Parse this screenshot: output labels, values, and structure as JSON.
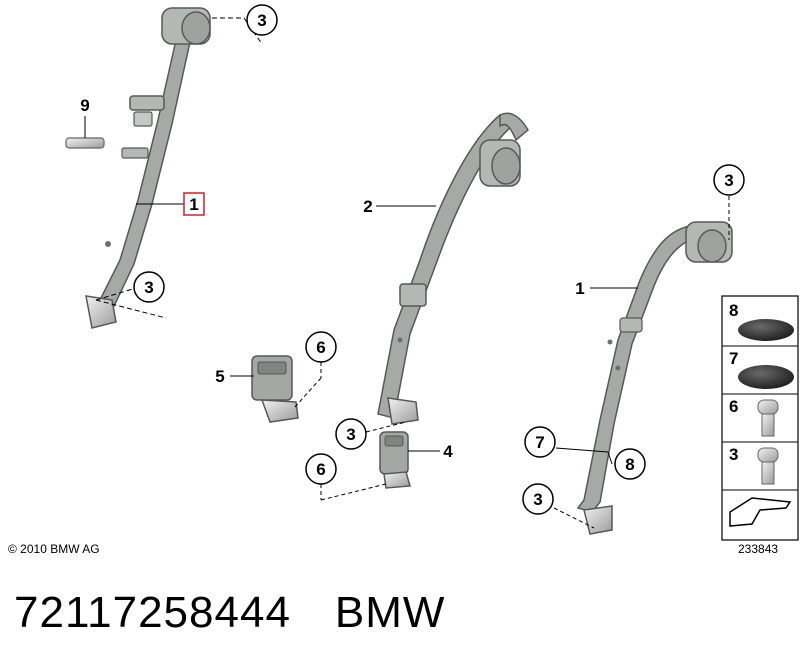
{
  "diagram": {
    "copyright": "© 2010 BMW AG",
    "diagram_number": "233843",
    "callouts": {
      "left_belt": "1",
      "center_belt": "2",
      "right_belt": "1",
      "buckle_single": "4",
      "buckle_double": "5",
      "trim_strip": "9",
      "fastener_top_left": "3",
      "fastener_left_anchor": "3",
      "fastener_buckle5": "6",
      "fastener_center_anchor": "3",
      "fastener_buckle4": "6",
      "fastener_top_right": "3",
      "cap_right_a": "7",
      "cap_right_b": "8",
      "fastener_right_anchor": "3"
    },
    "legend": [
      {
        "number": "8",
        "part": "round cap"
      },
      {
        "number": "7",
        "part": "round cap"
      },
      {
        "number": "6",
        "part": "bolt"
      },
      {
        "number": "3",
        "part": "bolt"
      }
    ]
  },
  "caption": {
    "part_number": "72117258444",
    "brand": "BMW"
  },
  "colors": {
    "belt_fill": "#a5aaa7",
    "belt_stroke": "#555a57",
    "highlight": "#d0202a",
    "line": "#000000"
  }
}
